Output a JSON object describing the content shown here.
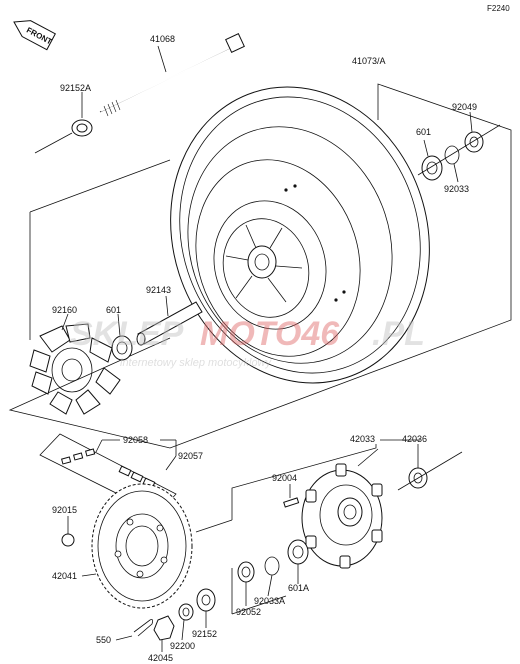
{
  "diagram_code": "F2240",
  "front_tag": "FRONT",
  "watermark": {
    "brand_a": "SKLEP",
    "brand_b": "MOTO46",
    "brand_c": ".PL",
    "tagline": "internetowy sklep motocyklowy"
  },
  "labels": {
    "p41068": "41068",
    "p92152A": "92152A",
    "p41073A": "41073/A",
    "p601a": "601",
    "p92049": "92049",
    "p92033": "92033",
    "p92143": "92143",
    "p92160": "92160",
    "p601b": "601",
    "p92058": "92058",
    "p92057": "92057",
    "p42033": "42033",
    "p42036": "42036",
    "p92004": "92004",
    "p92015": "92015",
    "p42041": "42041",
    "p92033A": "92033A",
    "p601A": "601A",
    "p92052": "92052",
    "p550": "550",
    "p92200": "92200",
    "p92152": "92152",
    "p42045": "42045"
  }
}
